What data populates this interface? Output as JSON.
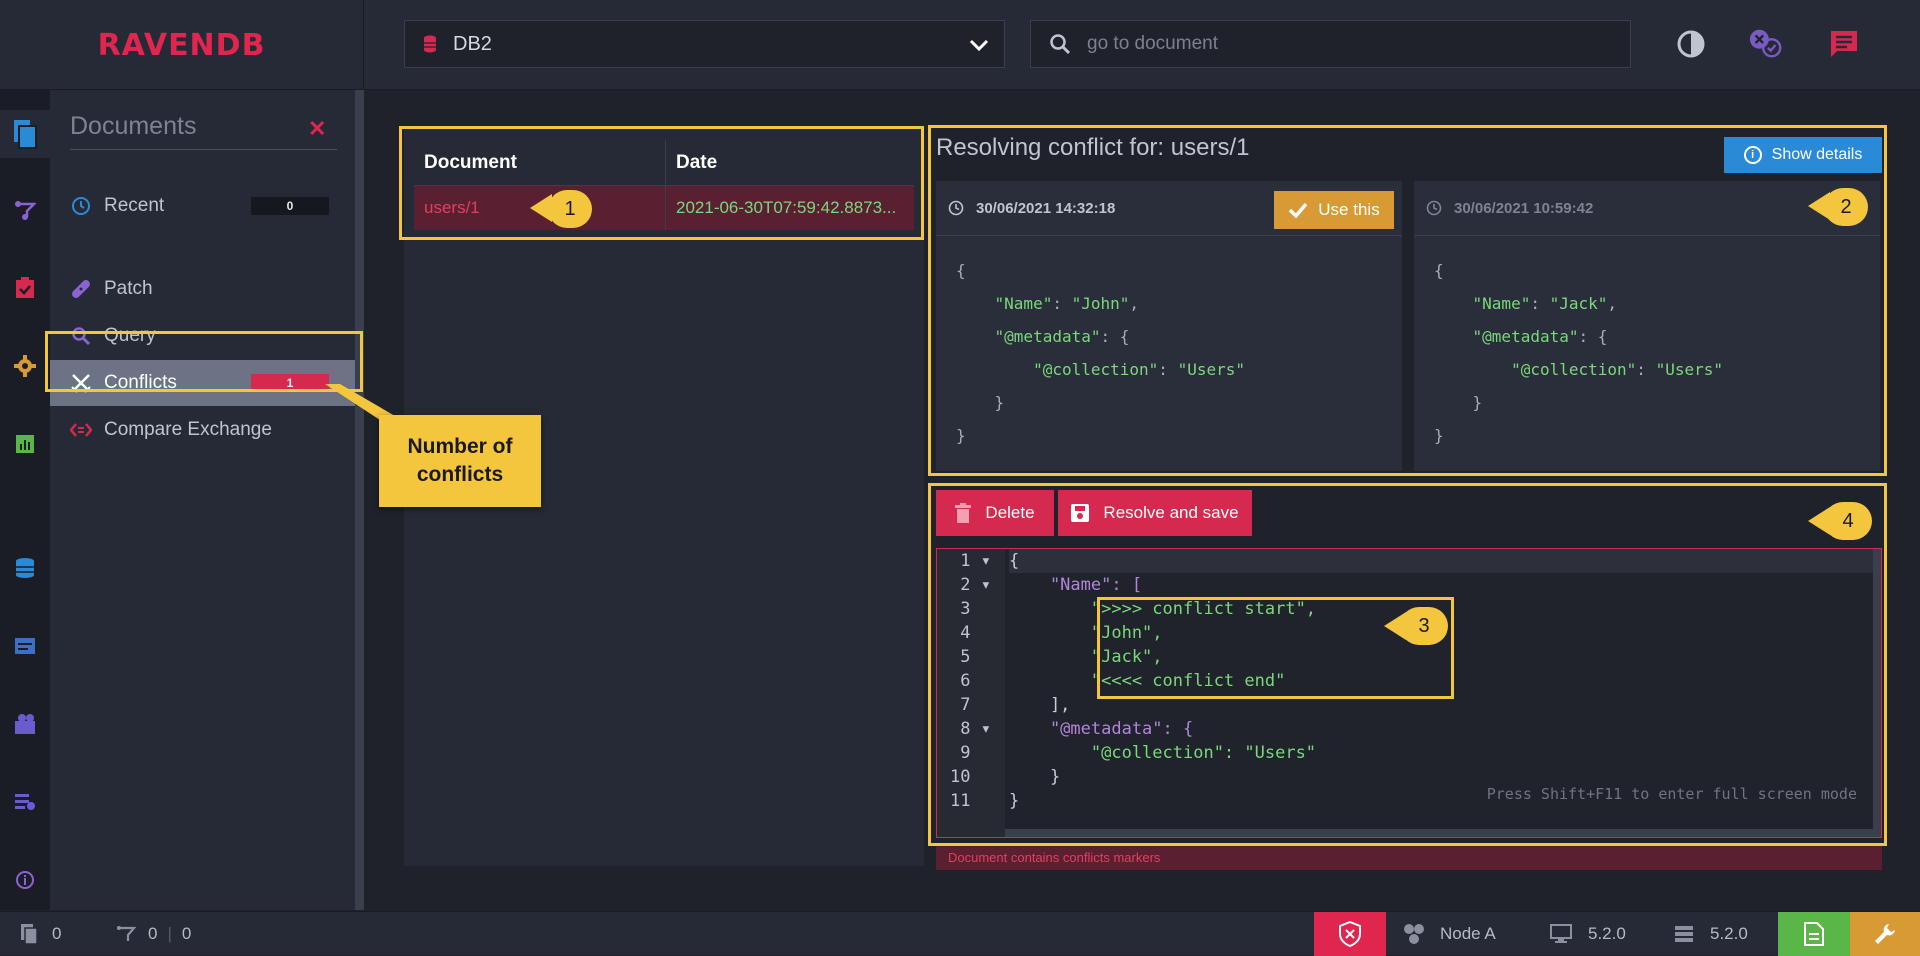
{
  "header": {
    "logo": "RAVENDB",
    "database": "DB2",
    "search_placeholder": "go to document"
  },
  "sidebar": {
    "title": "Documents",
    "items": [
      {
        "label": "Recent",
        "badge": "0"
      },
      {
        "label": "Patch"
      },
      {
        "label": "Query"
      },
      {
        "label": "Conflicts",
        "badge": "1"
      },
      {
        "label": "Compare Exchange"
      }
    ]
  },
  "conflicts_table": {
    "headers": [
      "Document",
      "Date"
    ],
    "rows": [
      {
        "document": "users/1",
        "date": "2021-06-30T07:59:42.8873..."
      }
    ]
  },
  "resolve": {
    "title": "Resolving conflict for: users/1",
    "show_details": "Show details",
    "left_version": {
      "timestamp": "30/06/2021 14:32:18",
      "use_label": "Use this",
      "name": "\"John\"",
      "collection": "\"Users\""
    },
    "right_version": {
      "timestamp": "30/06/2021 10:59:42",
      "name": "\"Jack\"",
      "collection": "\"Users\""
    },
    "delete_label": "Delete",
    "save_label": "Resolve and save",
    "editor_lines": [
      "{",
      "    \"Name\": [",
      "        \">>>> conflict start\",",
      "        \"John\",",
      "        \"Jack\",",
      "        \"<<<< conflict end\"",
      "    ],",
      "    \"@metadata\": {",
      "        \"@collection\": \"Users\"",
      "    }",
      "}"
    ],
    "editor_hint": "Press Shift+F11 to enter full screen mode",
    "error": "Document contains conflicts markers"
  },
  "annotations": {
    "c1": "1",
    "c2": "2",
    "c3": "3",
    "c4": "4",
    "note_line1": "Number of",
    "note_line2": "conflicts"
  },
  "statusbar": {
    "docs_count": "0",
    "indexes_count": "0",
    "indexes_errors": "0",
    "node": "Node A",
    "client_version": "5.2.0",
    "server_version": "5.2.0"
  },
  "colors": {
    "accent_red": "#d5294f",
    "annotation_yellow": "#f4c63d",
    "json_green": "#7bd77c",
    "info_blue": "#2b8ad6",
    "use_orange": "#d89a35"
  }
}
